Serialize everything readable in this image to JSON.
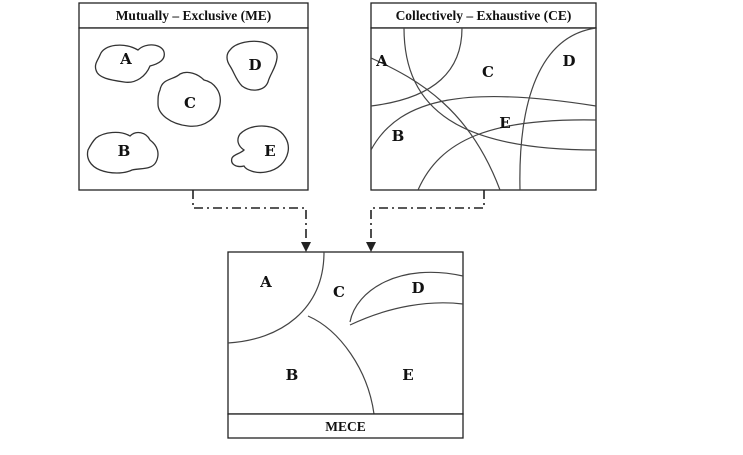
{
  "me_panel": {
    "title": "Mutually – Exclusive (ME)",
    "labels": {
      "a": "A",
      "b": "B",
      "c": "C",
      "d": "D",
      "e": "E"
    }
  },
  "ce_panel": {
    "title": "Collectively – Exhaustive (CE)",
    "labels": {
      "a": "A",
      "b": "B",
      "c": "C",
      "d": "D",
      "e": "E"
    }
  },
  "mece_panel": {
    "title": "MECE",
    "labels": {
      "a": "A",
      "b": "B",
      "c": "C",
      "d": "D",
      "e": "E"
    }
  },
  "colors": {
    "stroke": "#222222",
    "background": "#ffffff"
  }
}
